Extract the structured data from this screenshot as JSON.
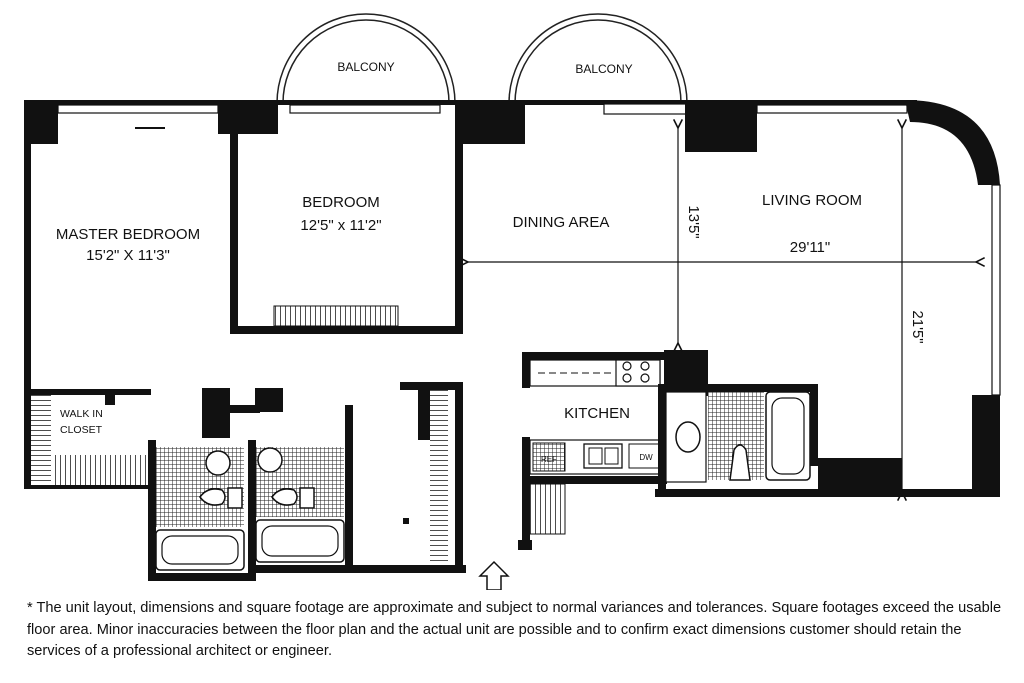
{
  "rooms": {
    "master_bedroom": {
      "name": "MASTER BEDROOM",
      "dims": "15'2\" X 11'3\""
    },
    "bedroom": {
      "name": "BEDROOM",
      "dims": "12'5\" x 11'2\""
    },
    "dining": {
      "name": "DINING AREA"
    },
    "living": {
      "name": "LIVING ROOM"
    },
    "kitchen": {
      "name": "KITCHEN"
    },
    "closet": {
      "line1": "WALK IN",
      "line2": "CLOSET"
    },
    "balcony_left": "BALCONY",
    "balcony_right": "BALCONY"
  },
  "dimensions": {
    "width": "29'11\"",
    "depth_left": "13'5\"",
    "depth_right": "21'5\""
  },
  "appliances": {
    "refrigerator": "REF",
    "dishwasher": "DW"
  },
  "entry": {
    "icon": "entry-arrow-icon"
  },
  "disclaimer": "* The unit layout, dimensions and square footage are approximate and subject to normal variances and tolerances. Square footages exceed the usable floor area. Minor inaccuracies between the floor plan and the actual unit are possible and to confirm exact dimensions customer should retain the services of a professional architect or engineer."
}
